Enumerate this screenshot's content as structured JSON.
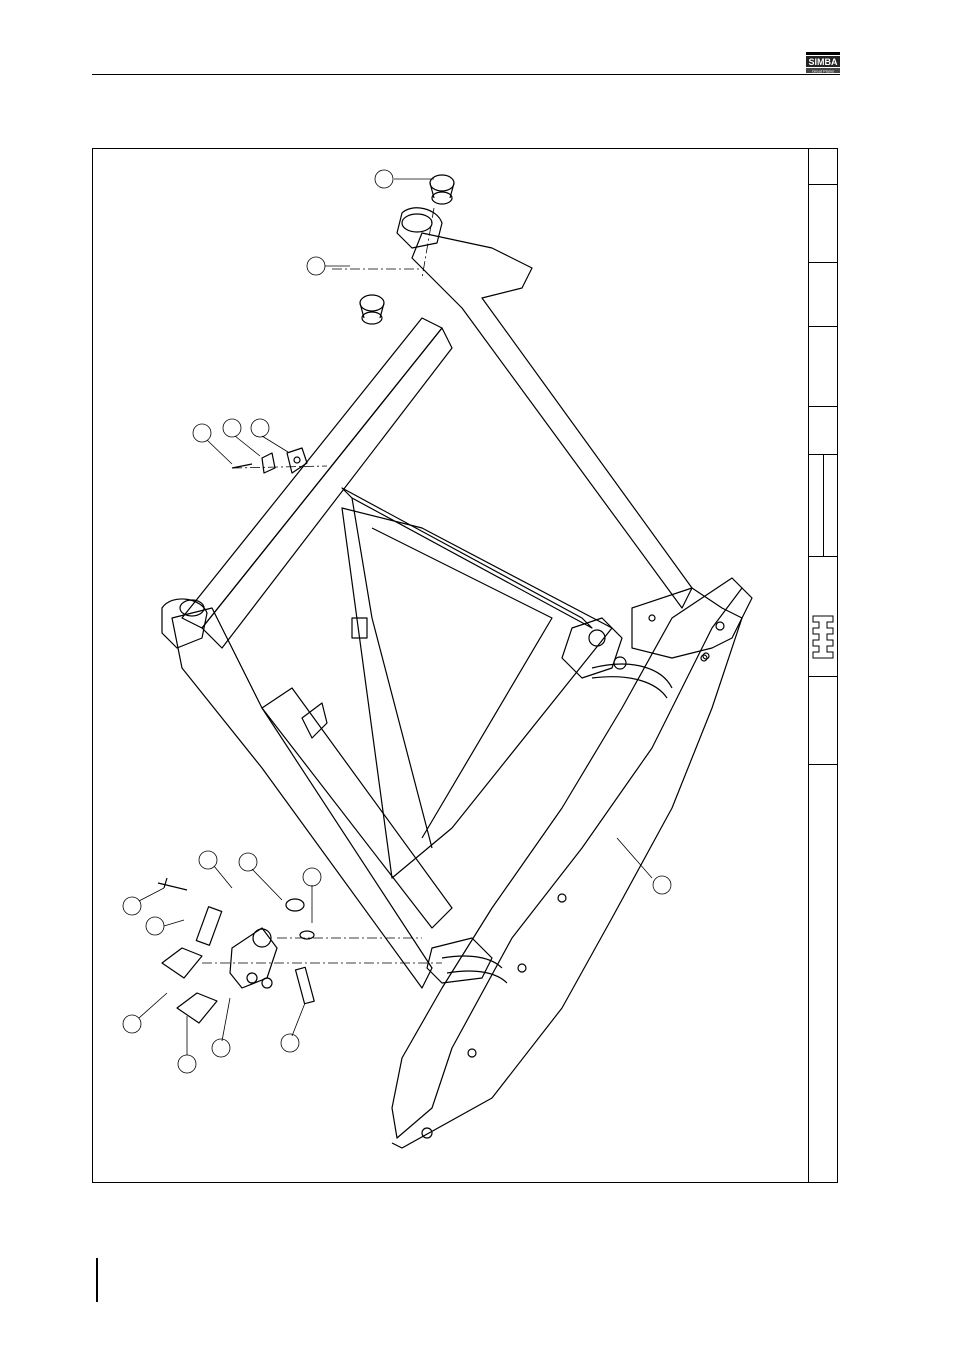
{
  "header": {
    "logo_text": "SIMBA",
    "logo_sub": "Great Plains"
  },
  "drawing": {
    "description_visible_text": "",
    "callout_count_shown": 16
  }
}
